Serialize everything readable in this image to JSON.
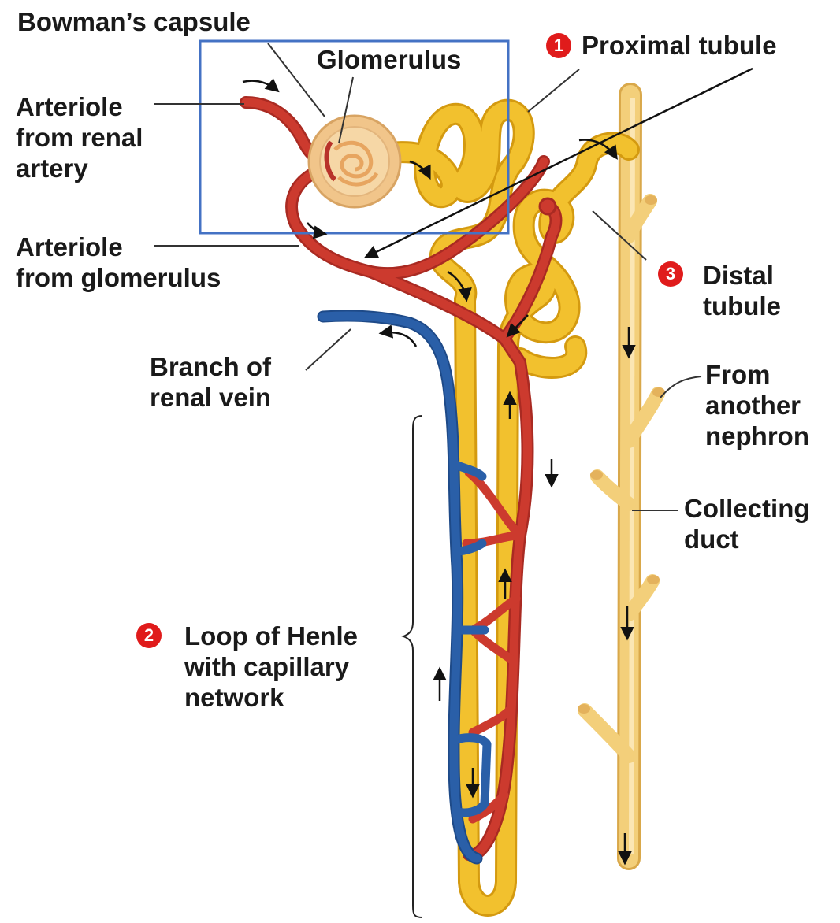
{
  "labels": {
    "bowmans_capsule": "Bowman’s capsule",
    "glomerulus": "Glomerulus",
    "proximal_tubule": "Proximal tubule",
    "arteriole_renal_artery": "Arteriole\nfrom renal\nartery",
    "arteriole_glomerulus": "Arteriole\nfrom glomerulus",
    "distal_tubule": "Distal\ntubule",
    "branch_renal_vein": "Branch of\nrenal vein",
    "from_another_nephron": "From\nanother\nnephron",
    "collecting_duct": "Collecting\nduct",
    "loop_of_henle": "Loop of Henle\nwith capillary\nnetwork"
  },
  "badges": {
    "proximal": "1",
    "loop": "2",
    "distal": "3"
  },
  "colors": {
    "artery": "#cc3a2e",
    "vein": "#2a5fa8",
    "tubule": "#f2c12e",
    "tubule_outline": "#d49a10",
    "duct": "#f3cf7a",
    "capsule": "#f1c58a",
    "highlight_box": "#4472c4",
    "badge": "#e01b1b"
  }
}
